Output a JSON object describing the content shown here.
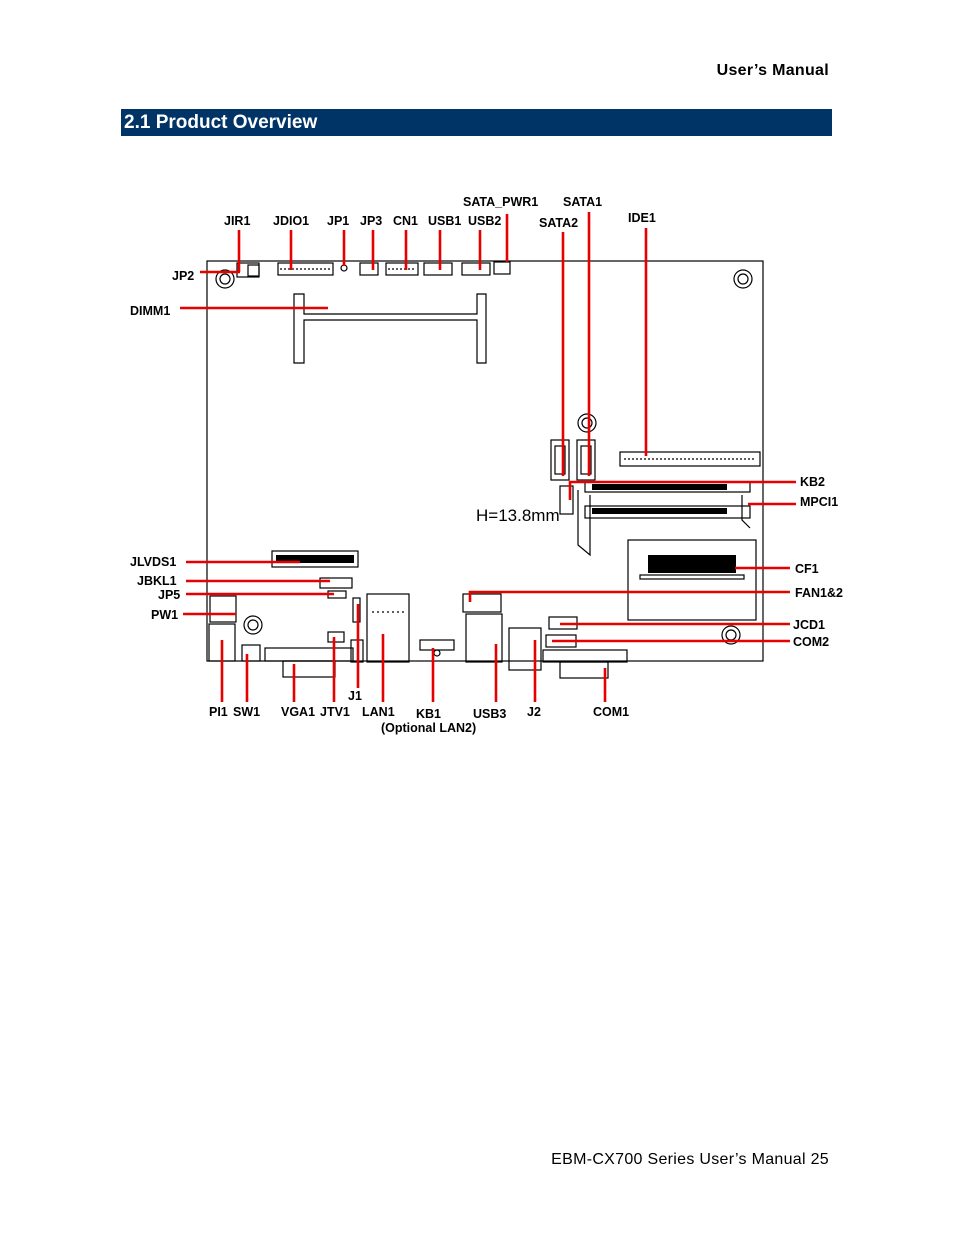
{
  "header": {
    "title": "User’s  Manual"
  },
  "section": {
    "title": "2.1 Product Overview"
  },
  "diagram": {
    "height_note": "H=13.8mm",
    "labels": {
      "jir1": "JIR1",
      "jdio1": "JDIO1",
      "jp1": "JP1",
      "jp3": "JP3",
      "cn1": "CN1",
      "usb1": "USB1",
      "usb2": "USB2",
      "sata_pwr1": "SATA_PWR1",
      "sata1": "SATA1",
      "sata2": "SATA2",
      "ide1": "IDE1",
      "jp2": "JP2",
      "dimm1": "DIMM1",
      "kb2": "KB2",
      "mpci1": "MPCI1",
      "jlvds1": "JLVDS1",
      "jbkl1": "JBKL1",
      "jp5": "JP5",
      "pw1": "PW1",
      "cf1": "CF1",
      "fan12": "FAN1&2",
      "jcd1": "JCD1",
      "com2": "COM2",
      "pi1": "PI1",
      "sw1": "SW1",
      "vga1": "VGA1",
      "jtv1": "JTV1",
      "j1": "J1",
      "lan1": "LAN1",
      "kb1": "KB1",
      "optional_lan2": "(Optional LAN2)",
      "usb3": "USB3",
      "j2": "J2",
      "com1": "COM1"
    }
  },
  "footer": {
    "text": "EBM-CX700  Series  User’s  Manual 25"
  }
}
